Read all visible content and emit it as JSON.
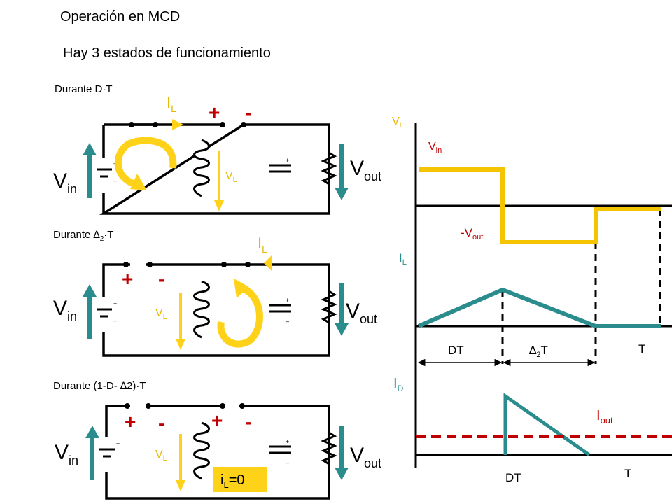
{
  "title": "Operación en MCD",
  "subtitle": "Hay 3 estados de funcionamiento",
  "circuits": [
    {
      "state_label": "Durante D·T",
      "vin_label": {
        "main": "V",
        "sub": "in"
      },
      "vout_label": {
        "main": "V",
        "sub": "out"
      },
      "il_label": {
        "main": "I",
        "sub": "L"
      },
      "vl_label": {
        "main": "V",
        "sub": "L"
      },
      "plus": "+",
      "minus": "-"
    },
    {
      "state_label": {
        "pre": "Durante ",
        "delta": "∆",
        "sub": "2",
        "post": "·T"
      },
      "vin_label": {
        "main": "V",
        "sub": "in"
      },
      "vout_label": {
        "main": "V",
        "sub": "out"
      },
      "il_label": {
        "main": "I",
        "sub": "L"
      },
      "vl_label": {
        "main": "V",
        "sub": "L"
      },
      "plus": "+",
      "minus": "-"
    },
    {
      "state_label": "Durante (1-D- ∆2)·T",
      "vin_label": {
        "main": "V",
        "sub": "in"
      },
      "vout_label": {
        "main": "V",
        "sub": "out"
      },
      "vl_label": {
        "main": "V",
        "sub": "L"
      },
      "plus": "+",
      "minus": "-",
      "plus2": "+",
      "minus2": "-",
      "il_zero": {
        "main": "i",
        "sub": "L",
        "post": "=0"
      }
    }
  ],
  "waveforms": {
    "vl_axis": {
      "main": "V",
      "sub": "L"
    },
    "vin": {
      "main": "V",
      "sub": "in"
    },
    "neg_vout": {
      "main": "-V",
      "sub": "out"
    },
    "il_axis": {
      "main": "I",
      "sub": "L"
    },
    "dt": "DT",
    "delta2t": {
      "delta": "∆",
      "sub": "2",
      "post": "T"
    },
    "t": "T",
    "id_axis": {
      "main": "I",
      "sub": "D"
    },
    "iout": {
      "main": "I",
      "sub": "out"
    },
    "dt2": "DT",
    "t2": "T"
  },
  "colors": {
    "teal": "#2a8c8c",
    "yellow": "#ffd21a",
    "gold_text": "#e8b800",
    "red": "#c00000"
  }
}
